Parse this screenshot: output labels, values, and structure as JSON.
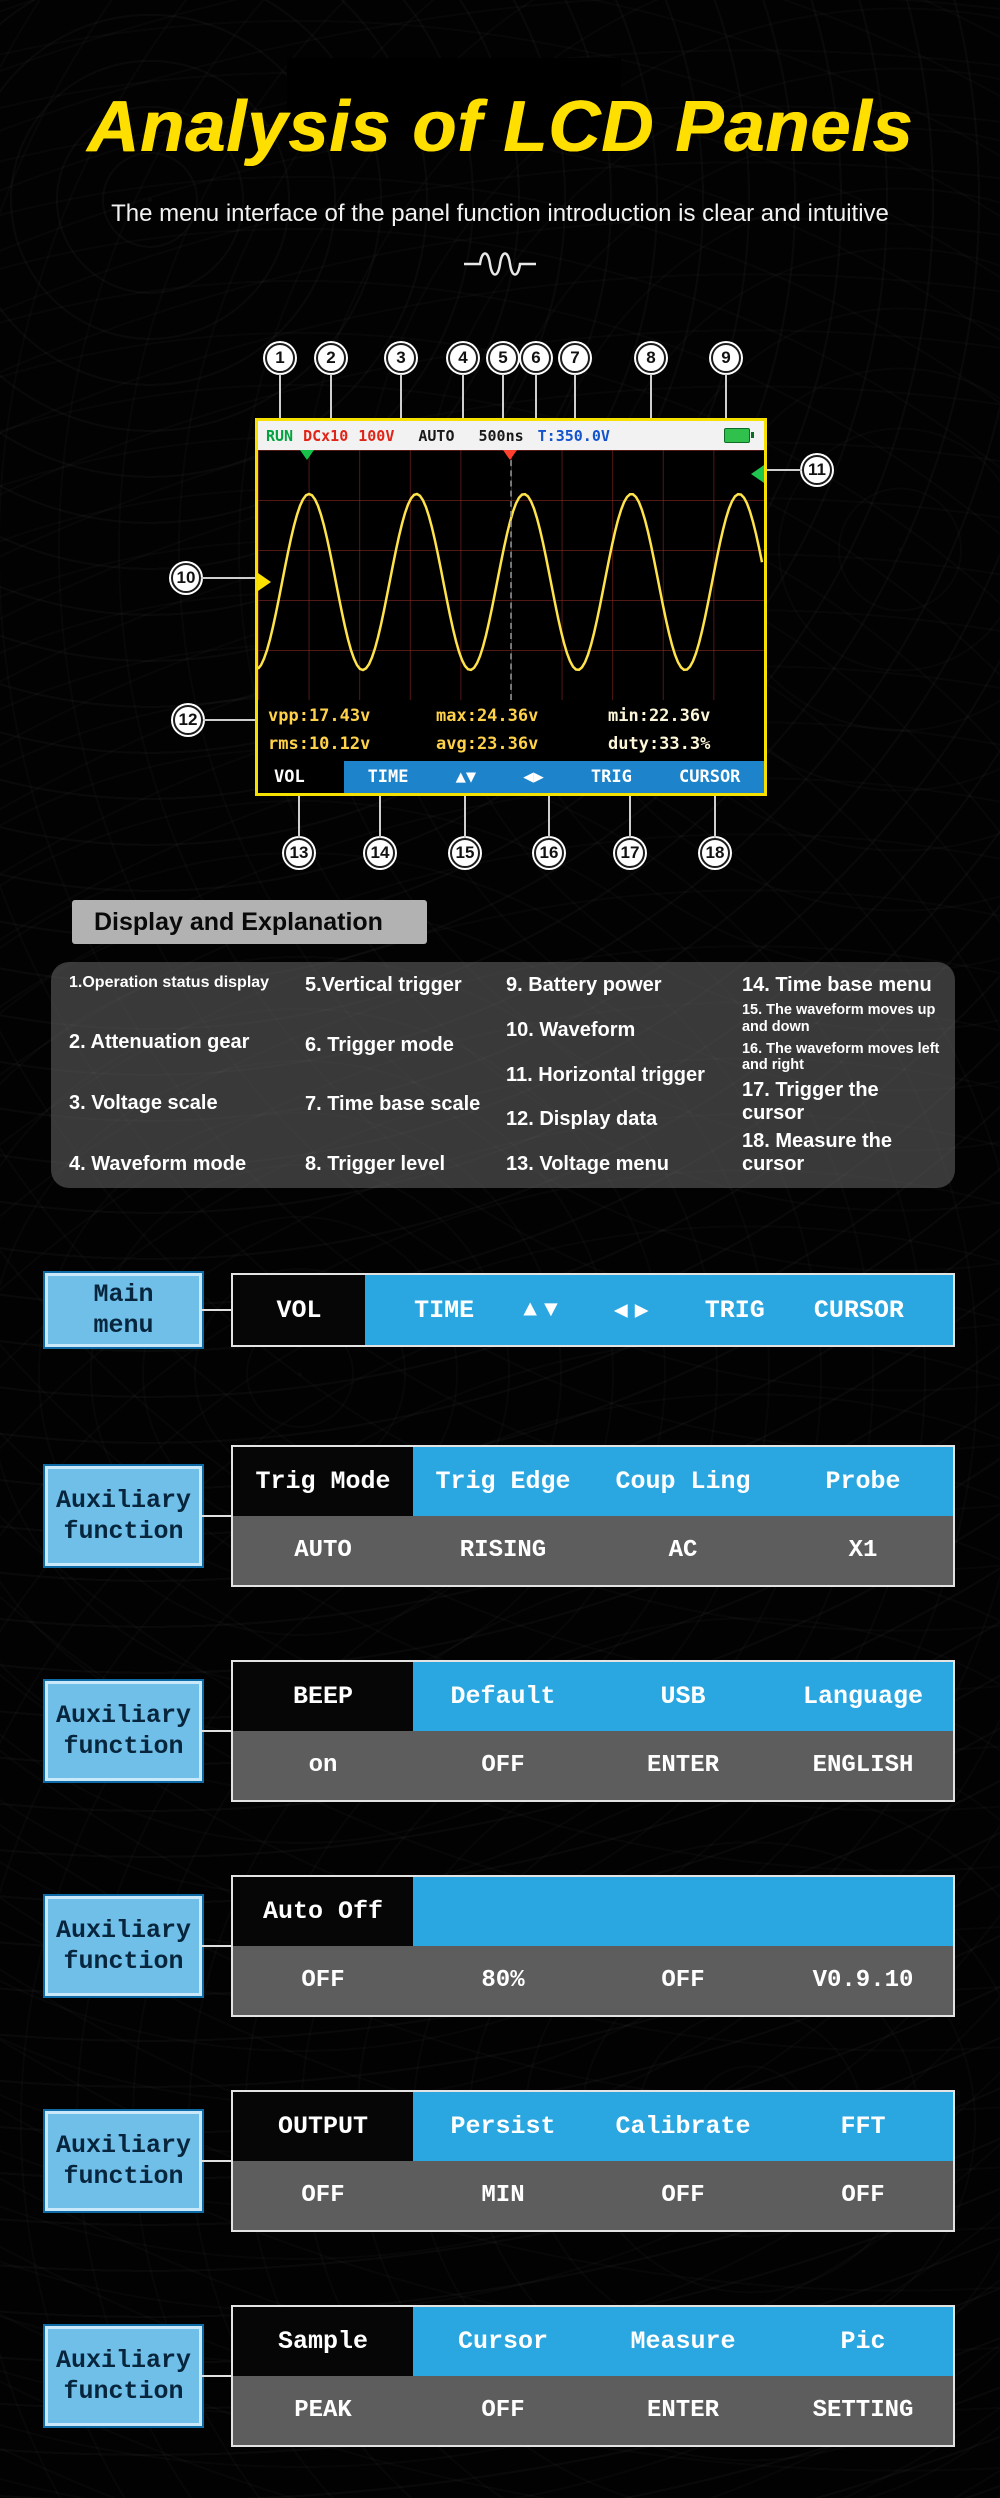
{
  "page": {
    "title": "Analysis of LCD Panels",
    "subtitle": "The menu interface of the panel function introduction is clear and intuitive"
  },
  "colors": {
    "accent_yellow": "#ffdf00",
    "menu_blue": "#2aa7e0",
    "lcd_menu_blue": "#1d84cc",
    "label_blue": "#70bfe9",
    "value_row_gray": "#5d5d5d",
    "lcd_border_yellow": "#f5e000",
    "waveform_yellow": "#ffe34a",
    "battery_green": "#2fc14c"
  },
  "lcd": {
    "status": {
      "run": "RUN",
      "attenuation": "DCx10",
      "voltage_scale": "100V",
      "mode": "AUTO",
      "timebase": "500ns",
      "trigger": "T:350.0V"
    },
    "measurements": {
      "vpp": "vpp:17.43v",
      "max": "max:24.36v",
      "min": "min:22.36v",
      "rms": "rms:10.12v",
      "avg": "avg:23.36v",
      "duty": "duty:33.3%"
    },
    "menu": {
      "vol": "VOL",
      "time": "TIME",
      "up_down": "▲▼",
      "left_right": "◀▶",
      "trig": "TRIG",
      "cursor": "CURSOR"
    }
  },
  "callouts": {
    "top": [
      "1",
      "2",
      "3",
      "4",
      "5",
      "6",
      "7",
      "8",
      "9"
    ],
    "left": [
      "10",
      "12"
    ],
    "right": [
      "11"
    ],
    "bottom": [
      "13",
      "14",
      "15",
      "16",
      "17",
      "18"
    ]
  },
  "explanation": {
    "header": "Display and Explanation",
    "columns": [
      [
        "1.Operation status display",
        "2. Attenuation gear",
        "3. Voltage scale",
        "4. Waveform mode"
      ],
      [
        "5.Vertical trigger",
        "6. Trigger mode",
        "7. Time base scale",
        "8. Trigger level"
      ],
      [
        "9. Battery power",
        "10. Waveform",
        "11. Horizontal trigger",
        "12. Display data",
        "13. Voltage menu"
      ],
      [
        "14. Time base menu",
        "15. The waveform moves up and down",
        "16. The waveform moves left and right",
        "17. Trigger the cursor",
        "18. Measure the cursor"
      ]
    ]
  },
  "sections": [
    {
      "type": "main",
      "label": "Main\nmenu",
      "header": "VOL",
      "items": [
        "TIME",
        "▲▼",
        "◀▶",
        "TRIG",
        "CURSOR"
      ],
      "values": []
    },
    {
      "label": "Auxiliary\nfunction",
      "header": "Trig Mode",
      "items": [
        "Trig Edge",
        "Coup Ling",
        "Probe"
      ],
      "values": [
        "AUTO",
        "RISING",
        "AC",
        "X1"
      ]
    },
    {
      "label": "Auxiliary\nfunction",
      "header": "BEEP",
      "items": [
        "Default",
        "USB",
        "Language"
      ],
      "values": [
        "on",
        "OFF",
        "ENTER",
        "ENGLISH"
      ]
    },
    {
      "label": "Auxiliary\nfunction",
      "header": "Auto Off",
      "items": [
        "",
        "",
        ""
      ],
      "values": [
        "OFF",
        "80%",
        "OFF",
        "V0.9.10"
      ]
    },
    {
      "label": "Auxiliary\nfunction",
      "header": "OUTPUT",
      "items": [
        "Persist",
        "Calibrate",
        "FFT"
      ],
      "values": [
        "OFF",
        "MIN",
        "OFF",
        "OFF"
      ]
    },
    {
      "label": "Auxiliary\nfunction",
      "header": "Sample",
      "items": [
        "Cursor",
        "Measure",
        "Pic"
      ],
      "values": [
        "PEAK",
        "OFF",
        "ENTER",
        "SETTING"
      ]
    }
  ]
}
